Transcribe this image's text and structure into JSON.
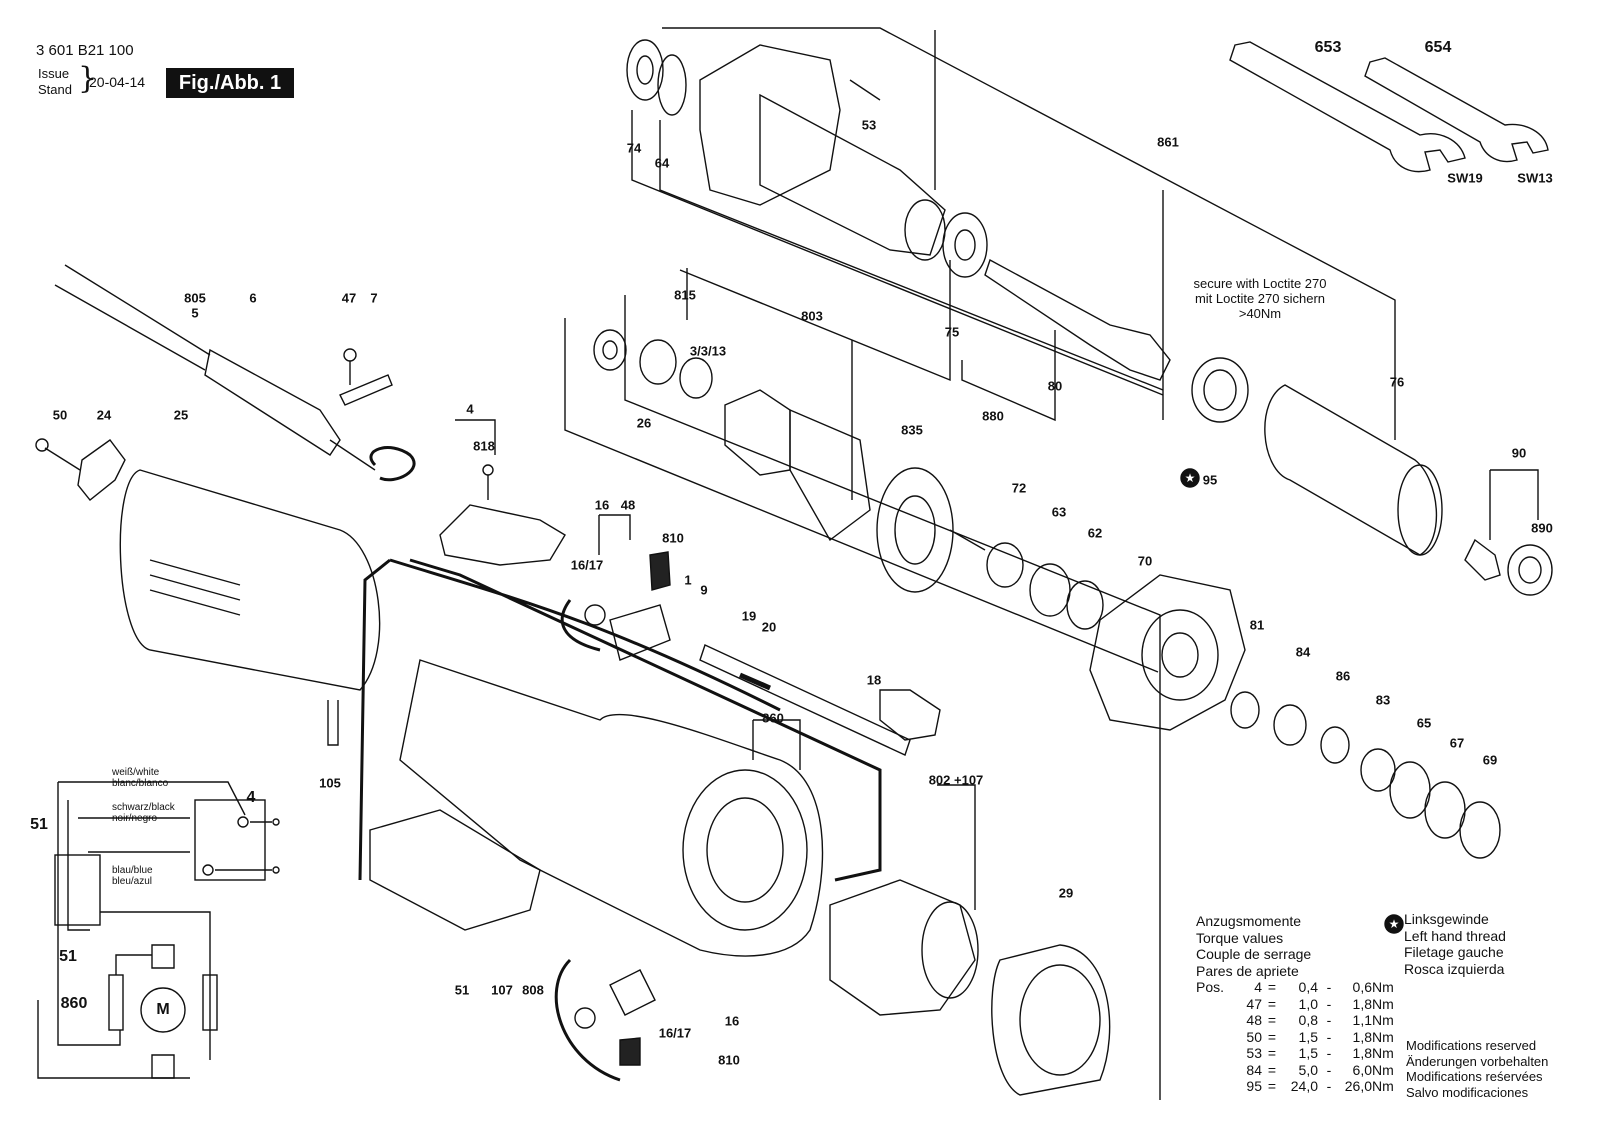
{
  "header": {
    "part_number": "3 601 B21 100",
    "issue_label": "Issue",
    "stand_label": "Stand",
    "date": "20-04-14",
    "figure_label": "Fig./Abb. 1"
  },
  "callouts": [
    {
      "id": "653",
      "text": "653"
    },
    {
      "id": "654",
      "text": "654"
    },
    {
      "id": "sw19",
      "text": "SW19"
    },
    {
      "id": "sw13",
      "text": "SW13"
    },
    {
      "id": "74",
      "text": "74"
    },
    {
      "id": "64",
      "text": "64"
    },
    {
      "id": "53",
      "text": "53"
    },
    {
      "id": "861",
      "text": "861"
    },
    {
      "id": "805",
      "text": "805"
    },
    {
      "id": "5",
      "text": "5"
    },
    {
      "id": "6",
      "text": "6"
    },
    {
      "id": "47",
      "text": "47"
    },
    {
      "id": "7",
      "text": "7"
    },
    {
      "id": "815",
      "text": "815"
    },
    {
      "id": "803",
      "text": "803"
    },
    {
      "id": "3-3-13",
      "text": "3/3/13"
    },
    {
      "id": "26",
      "text": "26"
    },
    {
      "id": "75",
      "text": "75"
    },
    {
      "id": "80",
      "text": "80"
    },
    {
      "id": "880",
      "text": "880"
    },
    {
      "id": "76",
      "text": "76"
    },
    {
      "id": "835",
      "text": "835"
    },
    {
      "id": "95",
      "text": "95"
    },
    {
      "id": "90",
      "text": "90"
    },
    {
      "id": "890",
      "text": "890"
    },
    {
      "id": "50",
      "text": "50"
    },
    {
      "id": "24",
      "text": "24"
    },
    {
      "id": "25",
      "text": "25"
    },
    {
      "id": "4",
      "text": "4"
    },
    {
      "id": "818",
      "text": "818"
    },
    {
      "id": "16a",
      "text": "16"
    },
    {
      "id": "48",
      "text": "48"
    },
    {
      "id": "810a",
      "text": "810"
    },
    {
      "id": "16-17a",
      "text": "16/17"
    },
    {
      "id": "1",
      "text": "1"
    },
    {
      "id": "9",
      "text": "9"
    },
    {
      "id": "72",
      "text": "72"
    },
    {
      "id": "63",
      "text": "63"
    },
    {
      "id": "62",
      "text": "62"
    },
    {
      "id": "70",
      "text": "70"
    },
    {
      "id": "81",
      "text": "81"
    },
    {
      "id": "84",
      "text": "84"
    },
    {
      "id": "86",
      "text": "86"
    },
    {
      "id": "83",
      "text": "83"
    },
    {
      "id": "65",
      "text": "65"
    },
    {
      "id": "67",
      "text": "67"
    },
    {
      "id": "69",
      "text": "69"
    },
    {
      "id": "19",
      "text": "19"
    },
    {
      "id": "20",
      "text": "20"
    },
    {
      "id": "18",
      "text": "18"
    },
    {
      "id": "860a",
      "text": "860"
    },
    {
      "id": "802-107",
      "text": "802 +107"
    },
    {
      "id": "105",
      "text": "105"
    },
    {
      "id": "29",
      "text": "29"
    },
    {
      "id": "51a",
      "text": "51"
    },
    {
      "id": "107",
      "text": "107"
    },
    {
      "id": "808",
      "text": "808"
    },
    {
      "id": "16b",
      "text": "16"
    },
    {
      "id": "16-17b",
      "text": "16/17"
    },
    {
      "id": "810b",
      "text": "810"
    },
    {
      "id": "schem-4",
      "text": "4"
    },
    {
      "id": "schem-51a",
      "text": "51"
    },
    {
      "id": "schem-51b",
      "text": "51"
    },
    {
      "id": "schem-860",
      "text": "860"
    }
  ],
  "loctite_note": [
    "secure with Loctite 270",
    "mit Loctite 270 sichern",
    ">40Nm"
  ],
  "motor_symbol": "M",
  "wire_labels": {
    "white": [
      "weiß/white",
      "blanc/blanco"
    ],
    "black": [
      "schwarz/black",
      "noir/negro"
    ],
    "blue": [
      "blau/blue",
      "bleu/azul"
    ]
  },
  "torque_table": {
    "headings": [
      "Anzugsmomente",
      "Torque values",
      "Couple de serrage",
      "Pares de apriete"
    ],
    "pos_label": "Pos.",
    "rows": [
      {
        "pos": "4",
        "min": "0,4",
        "max": "0,6",
        "unit": "Nm"
      },
      {
        "pos": "47",
        "min": "1,0",
        "max": "1,8",
        "unit": "Nm"
      },
      {
        "pos": "48",
        "min": "0,8",
        "max": "1,1",
        "unit": "Nm"
      },
      {
        "pos": "50",
        "min": "1,5",
        "max": "1,8",
        "unit": "Nm"
      },
      {
        "pos": "53",
        "min": "1,5",
        "max": "1,8",
        "unit": "Nm"
      },
      {
        "pos": "84",
        "min": "5,0",
        "max": "6,0",
        "unit": "Nm"
      },
      {
        "pos": "95",
        "min": "24,0",
        "max": "26,0",
        "unit": "Nm"
      }
    ],
    "eq": "=",
    "dash": "-"
  },
  "left_hand_thread": [
    "Linksgewinde",
    "Left hand thread",
    "Filetage gauche",
    "Rosca izquierda"
  ],
  "modifications": [
    "Modifications reserved",
    "Änderungen vorbehalten",
    "Modifications reśervées",
    "Salvo modificaciones"
  ]
}
